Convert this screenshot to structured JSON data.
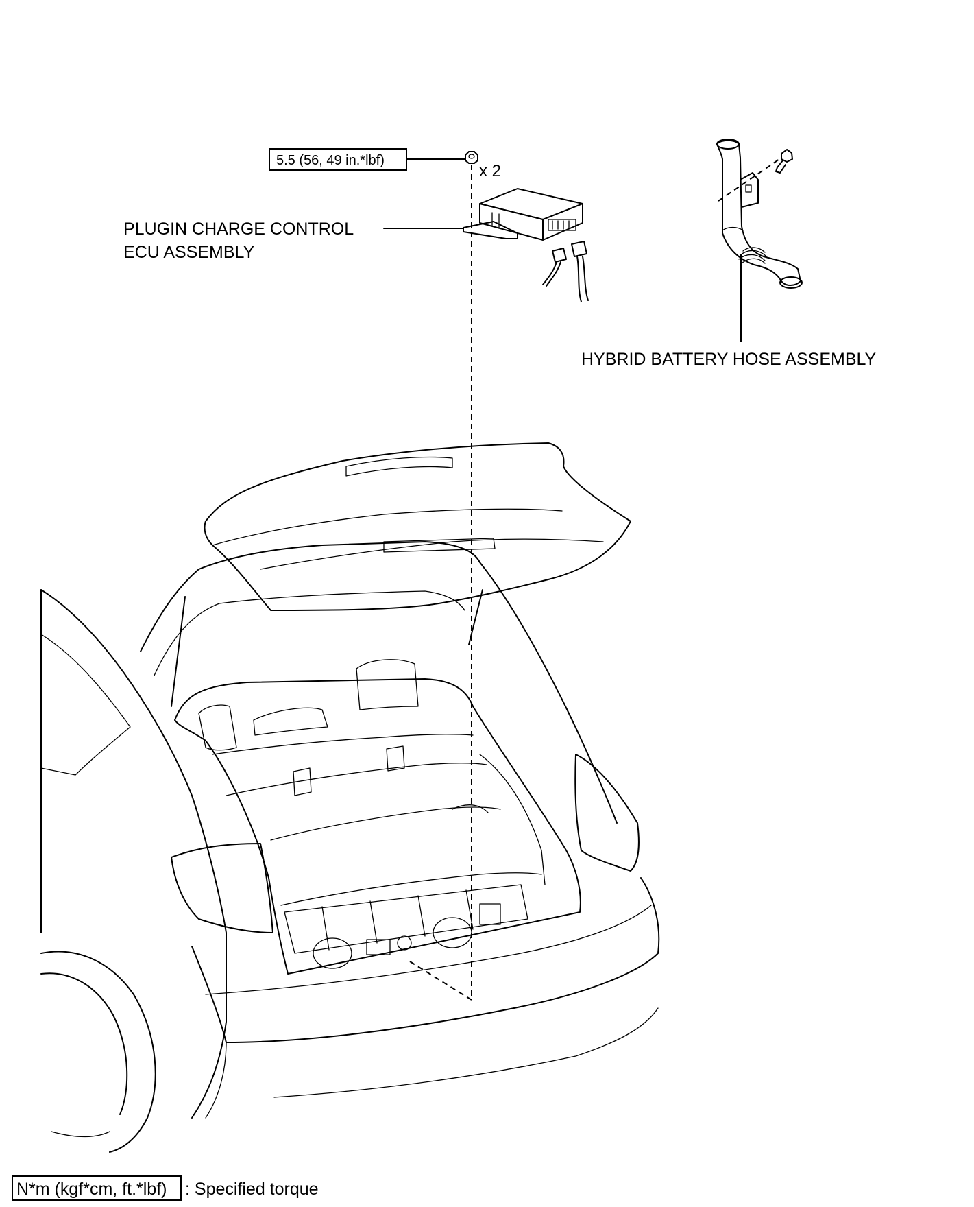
{
  "torque_callout": {
    "value": "5.5 (56, 49 in.*lbf)",
    "quantity": "x 2"
  },
  "labels": {
    "ecu_line1": "PLUGIN CHARGE CONTROL",
    "ecu_line2": "ECU ASSEMBLY",
    "hose": "HYBRID BATTERY HOSE ASSEMBLY"
  },
  "legend": {
    "unit": "N*m (kgf*cm, ft.*lbf)",
    "description": ": Specified torque"
  }
}
